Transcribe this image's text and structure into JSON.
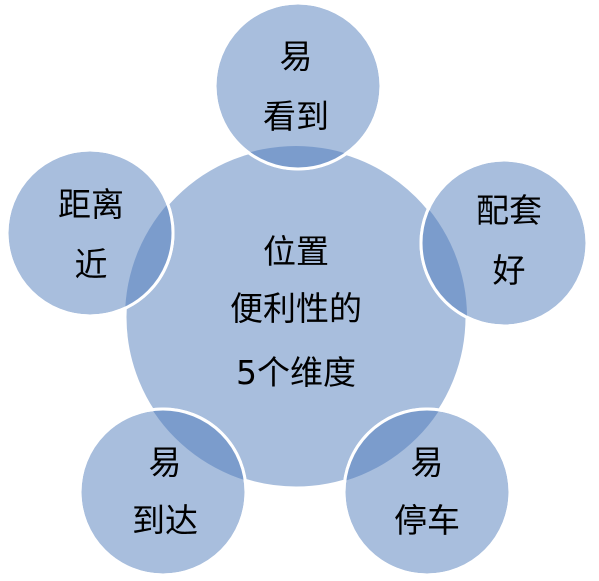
{
  "center": {
    "lines": [
      "位置",
      "便利性的",
      "5个维度"
    ]
  },
  "satellites": [
    {
      "key": "top",
      "lines": [
        "易",
        "看到"
      ]
    },
    {
      "key": "right",
      "lines": [
        "配套",
        "好"
      ]
    },
    {
      "key": "bottom-right",
      "lines": [
        "易",
        "停车"
      ]
    },
    {
      "key": "bottom-left",
      "lines": [
        "易",
        "到达"
      ]
    },
    {
      "key": "left",
      "lines": [
        "距离",
        "近"
      ]
    }
  ],
  "colors": {
    "circle_fill": "#a8bedd",
    "overlap_fill": "#7b9ccc",
    "circle_stroke": "#ffffff",
    "text": "#000000"
  }
}
